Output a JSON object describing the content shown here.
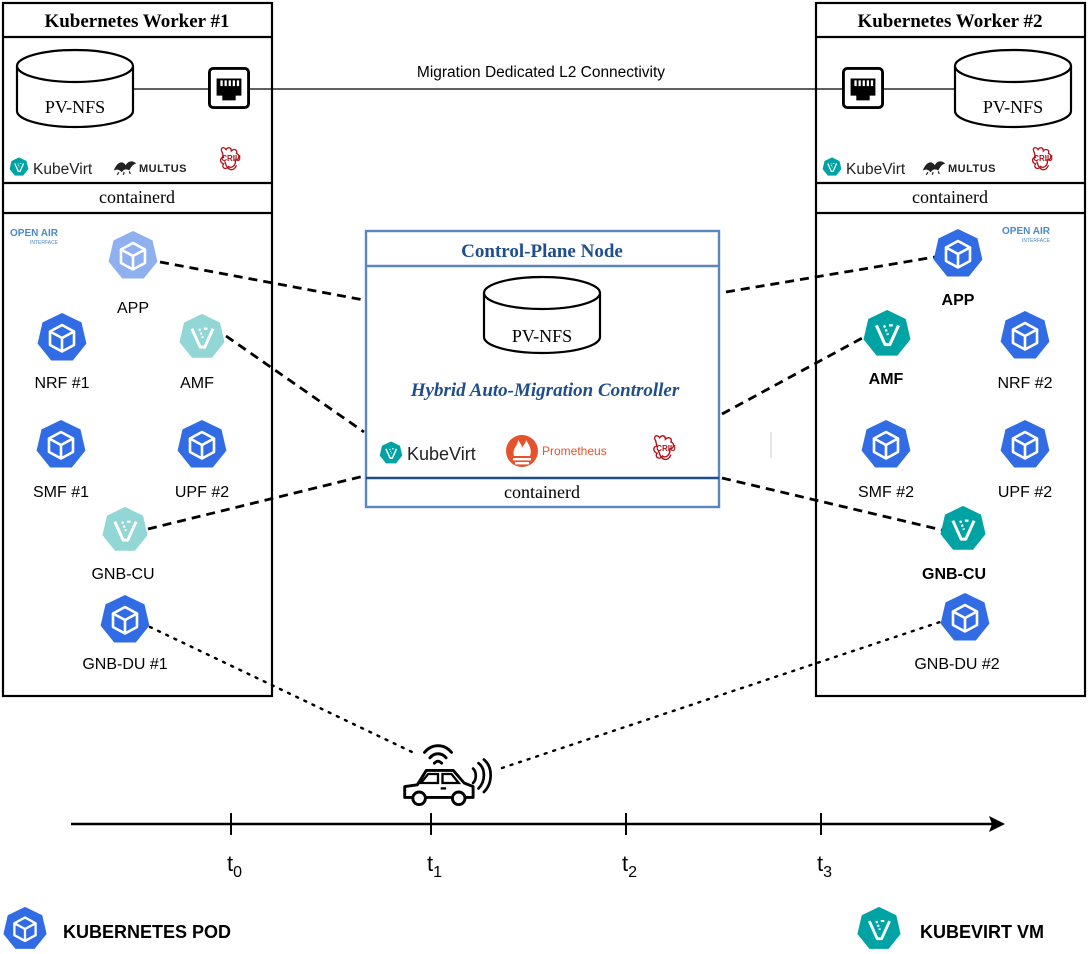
{
  "worker1": {
    "title": "Kubernetes Worker #1",
    "storage": "PV-NFS",
    "runtime": "containerd",
    "logos": {
      "kubevirt": "KubeVirt",
      "multus": "MULTUS",
      "criu": "CRIU"
    },
    "oai_logo": {
      "top": "OPEN AIR",
      "bottom": "INTERFACE"
    },
    "components": {
      "app": "APP",
      "nrf": "NRF #1",
      "amf": "AMF",
      "smf": "SMF #1",
      "upf": "UPF #2",
      "gnb_cu": "GNB-CU",
      "gnb_du": "GNB-DU #1"
    }
  },
  "worker2": {
    "title": "Kubernetes Worker #2",
    "storage": "PV-NFS",
    "runtime": "containerd",
    "logos": {
      "kubevirt": "KubeVirt",
      "multus": "MULTUS",
      "criu": "CRIU"
    },
    "oai_logo": {
      "top": "OPEN AIR",
      "bottom": "INTERFACE"
    },
    "components": {
      "app": "APP",
      "amf": "AMF",
      "nrf": "NRF #2",
      "smf": "SMF #2",
      "upf": "UPF #2",
      "gnb_cu": "GNB-CU",
      "gnb_du": "GNB-DU #2"
    }
  },
  "control_plane": {
    "title": "Control-Plane Node",
    "storage": "PV-NFS",
    "controller": "Hybrid Auto-Migration Controller",
    "runtime": "containerd",
    "logos": {
      "kubevirt": "KubeVirt",
      "prometheus": "Prometheus",
      "criu": "CRIU"
    }
  },
  "link_label": "Migration Dedicated L2 Connectivity",
  "timeline": {
    "ticks": [
      {
        "t": "t",
        "sub": "0"
      },
      {
        "t": "t",
        "sub": "1"
      },
      {
        "t": "t",
        "sub": "2"
      },
      {
        "t": "t",
        "sub": "3"
      }
    ]
  },
  "legend": {
    "pod": "KUBERNETES POD",
    "vm": "KUBEVIRT VM"
  },
  "colors": {
    "pod_blue": "#326ce5",
    "pod_light": "#8fb0ef",
    "vm_teal": "#00a3a3",
    "vm_light": "#93d6d6",
    "cp_border": "#5b86c0",
    "cp_title": "#1f4e8c",
    "prometheus": "#e6522c",
    "criu_red": "#b0101a"
  },
  "icons": {
    "pod": "kubernetes-pod-icon",
    "vm": "kubevirt-vm-icon",
    "network_port": "ethernet-port-icon",
    "car": "connected-car-icon",
    "storage": "database-cylinder-icon"
  }
}
